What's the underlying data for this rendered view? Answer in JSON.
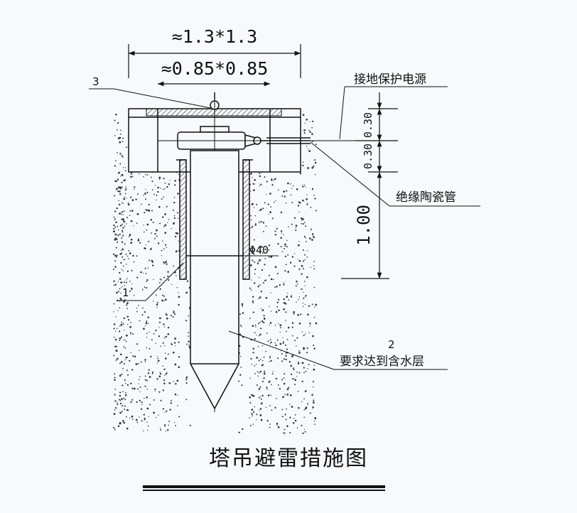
{
  "diagram": {
    "dimensions": {
      "outer_span": "≈1.3*1.3",
      "inner_span": "≈0.85*0.85",
      "segment_top": "0.30",
      "segment_middle": "0.30",
      "segment_depth": "1.00",
      "rod_diameter": "Φ40"
    },
    "callouts": {
      "item_1": "1",
      "item_2": "2",
      "item_3": "3",
      "grounding_power": "接地保护电源",
      "insulating_tube": "绝缘陶瓷管",
      "aquifer_note": "要求达到含水层"
    },
    "colors": {
      "line": "#111111",
      "background": "#f7f9fd",
      "soil_dots": "#333333"
    }
  },
  "caption": {
    "title": "塔吊避雷措施图"
  }
}
